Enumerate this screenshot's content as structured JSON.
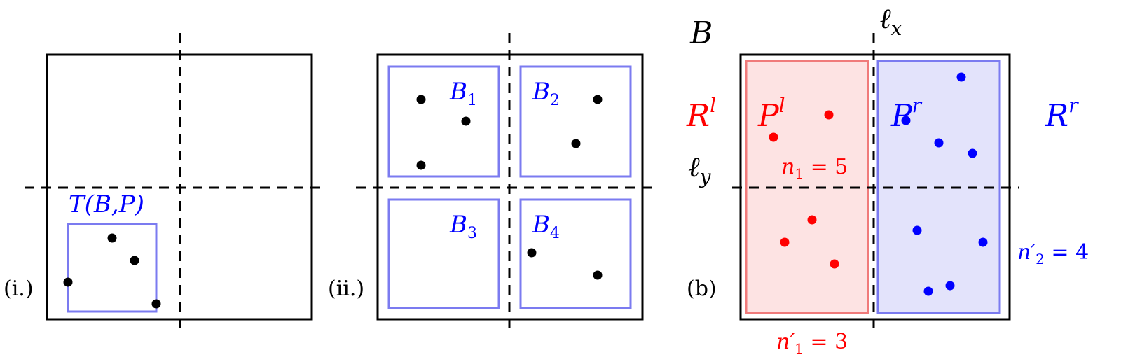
{
  "colors": {
    "red": "#ff0000",
    "blue": "#0000ff",
    "red_fill": "#fde3e3",
    "blue_fill": "#e3e3fb"
  },
  "panel_i": {
    "label": "(i.)",
    "box_label": "T(B,P)"
  },
  "panel_ii": {
    "label": "(ii.)",
    "boxes": [
      {
        "base": "B",
        "sub": "1"
      },
      {
        "base": "B",
        "sub": "2"
      },
      {
        "base": "B",
        "sub": "3"
      },
      {
        "base": "B",
        "sub": "4"
      }
    ]
  },
  "panel_b": {
    "label": "(b)",
    "box": "B",
    "lx": {
      "base": "ℓ",
      "sub": "x"
    },
    "ly": {
      "base": "ℓ",
      "sub": "y"
    },
    "Rl": {
      "base": "R",
      "sup": "l"
    },
    "Rr": {
      "base": "R",
      "sup": "r"
    },
    "Pl": {
      "base": "P",
      "sup": "l"
    },
    "Pr": {
      "base": "P",
      "sup": "r"
    },
    "n1": {
      "base": "n",
      "sub": "1",
      "rest": " = 5"
    },
    "n1p": {
      "base": "n′",
      "sub": "1",
      "rest": " = 3"
    },
    "n2p": {
      "base": "n′",
      "sub": "2",
      "rest": " = 4"
    }
  }
}
